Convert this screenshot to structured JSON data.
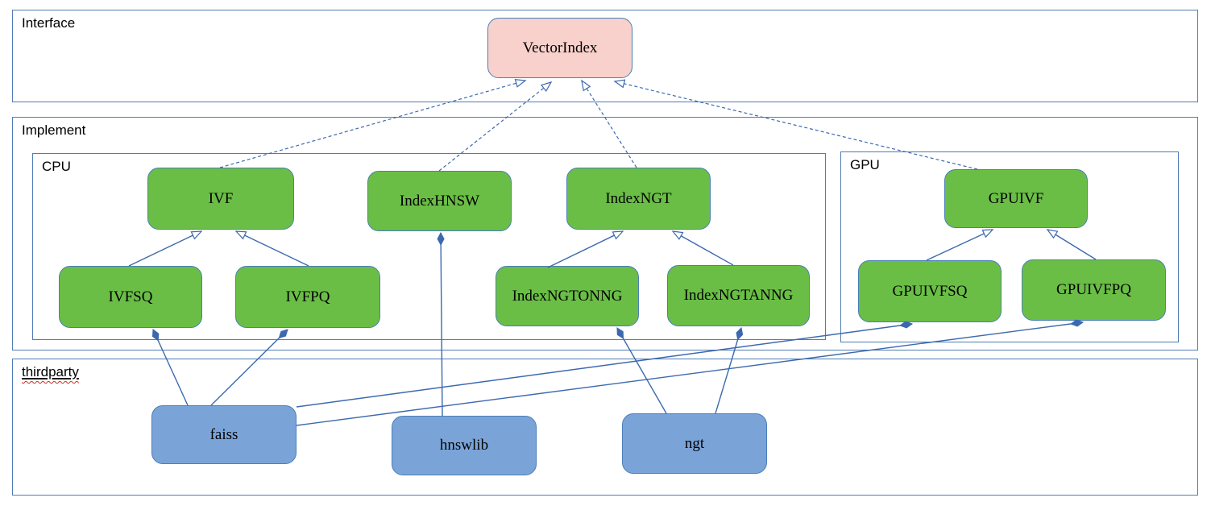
{
  "colors": {
    "container_border": "#4f7cb4",
    "node_border": "#4a7eb8",
    "connector": "#3c69ae",
    "green_fill": "#6abe46",
    "blue_fill": "#7aa4d8",
    "pink_fill": "#f8d1cc",
    "squiggle_red": "#cf2b1f"
  },
  "containers": {
    "interface": {
      "label": "Interface"
    },
    "implement": {
      "label": "Implement"
    },
    "cpu": {
      "label": "CPU"
    },
    "gpu": {
      "label": "GPU"
    },
    "thirdparty": {
      "label": "thirdparty"
    }
  },
  "nodes": {
    "vectorindex": {
      "label": "VectorIndex",
      "group": "interface",
      "kind": "interface-class"
    },
    "ivf": {
      "label": "IVF",
      "group": "cpu",
      "kind": "class"
    },
    "indexhnsw": {
      "label": "IndexHNSW",
      "group": "cpu",
      "kind": "class"
    },
    "indexngt": {
      "label": "IndexNGT",
      "group": "cpu",
      "kind": "class"
    },
    "ivfsq": {
      "label": "IVFSQ",
      "group": "cpu",
      "kind": "class"
    },
    "ivfpq": {
      "label": "IVFPQ",
      "group": "cpu",
      "kind": "class"
    },
    "indexngtonng": {
      "label": "IndexNGTONNG",
      "group": "cpu",
      "kind": "class"
    },
    "indexngtanng": {
      "label": "IndexNGTANNG",
      "group": "cpu",
      "kind": "class"
    },
    "gpuivf": {
      "label": "GPUIVF",
      "group": "gpu",
      "kind": "class"
    },
    "gpuivfsq": {
      "label": "GPUIVFSQ",
      "group": "gpu",
      "kind": "class"
    },
    "gpuivfpq": {
      "label": "GPUIVFPQ",
      "group": "gpu",
      "kind": "class"
    },
    "faiss": {
      "label": "faiss",
      "group": "thirdparty",
      "kind": "library"
    },
    "hnswlib": {
      "label": "hnswlib",
      "group": "thirdparty",
      "kind": "library"
    },
    "ngt": {
      "label": "ngt",
      "group": "thirdparty",
      "kind": "library"
    }
  },
  "edges": [
    {
      "from": "ivf",
      "to": "vectorindex",
      "type": "realizes-dashed-open-arrow"
    },
    {
      "from": "indexhnsw",
      "to": "vectorindex",
      "type": "realizes-dashed-open-arrow"
    },
    {
      "from": "indexngt",
      "to": "vectorindex",
      "type": "realizes-dashed-open-arrow"
    },
    {
      "from": "gpuivf",
      "to": "vectorindex",
      "type": "realizes-dashed-open-arrow"
    },
    {
      "from": "ivfsq",
      "to": "ivf",
      "type": "extends-open-arrow"
    },
    {
      "from": "ivfpq",
      "to": "ivf",
      "type": "extends-open-arrow"
    },
    {
      "from": "indexngtonng",
      "to": "indexngt",
      "type": "extends-open-arrow"
    },
    {
      "from": "indexngtanng",
      "to": "indexngt",
      "type": "extends-open-arrow"
    },
    {
      "from": "gpuivfsq",
      "to": "gpuivf",
      "type": "extends-open-arrow"
    },
    {
      "from": "gpuivfpq",
      "to": "gpuivf",
      "type": "extends-open-arrow"
    },
    {
      "from": "faiss",
      "to": "ivfsq",
      "type": "composition-diamond"
    },
    {
      "from": "faiss",
      "to": "ivfpq",
      "type": "composition-diamond"
    },
    {
      "from": "faiss",
      "to": "gpuivfsq",
      "type": "composition-diamond"
    },
    {
      "from": "faiss",
      "to": "gpuivfpq",
      "type": "composition-diamond"
    },
    {
      "from": "hnswlib",
      "to": "indexhnsw",
      "type": "composition-diamond"
    },
    {
      "from": "ngt",
      "to": "indexngtonng",
      "type": "composition-diamond"
    },
    {
      "from": "ngt",
      "to": "indexngtanng",
      "type": "composition-diamond"
    }
  ]
}
